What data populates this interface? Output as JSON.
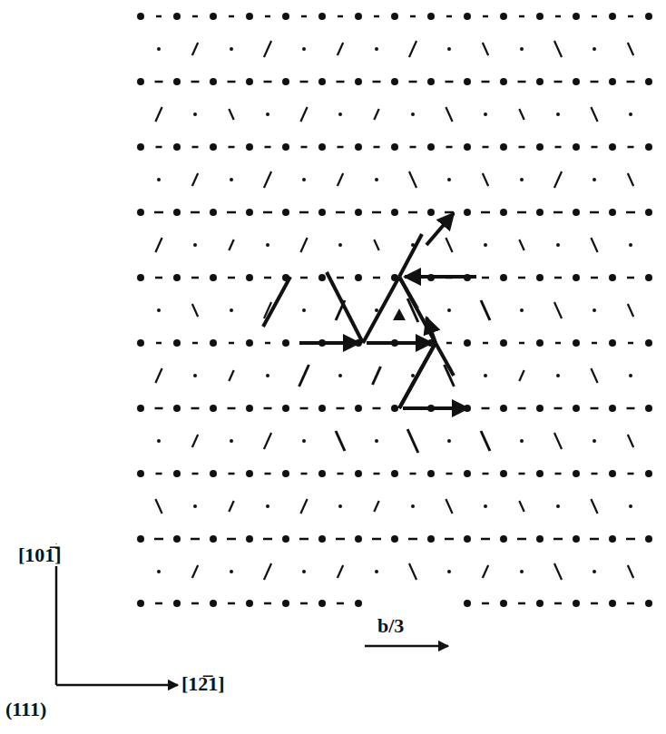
{
  "diagram": {
    "labels": [
      "[101̅]",
      "[12̅1]",
      "(111)",
      "b/3"
    ]
  }
}
